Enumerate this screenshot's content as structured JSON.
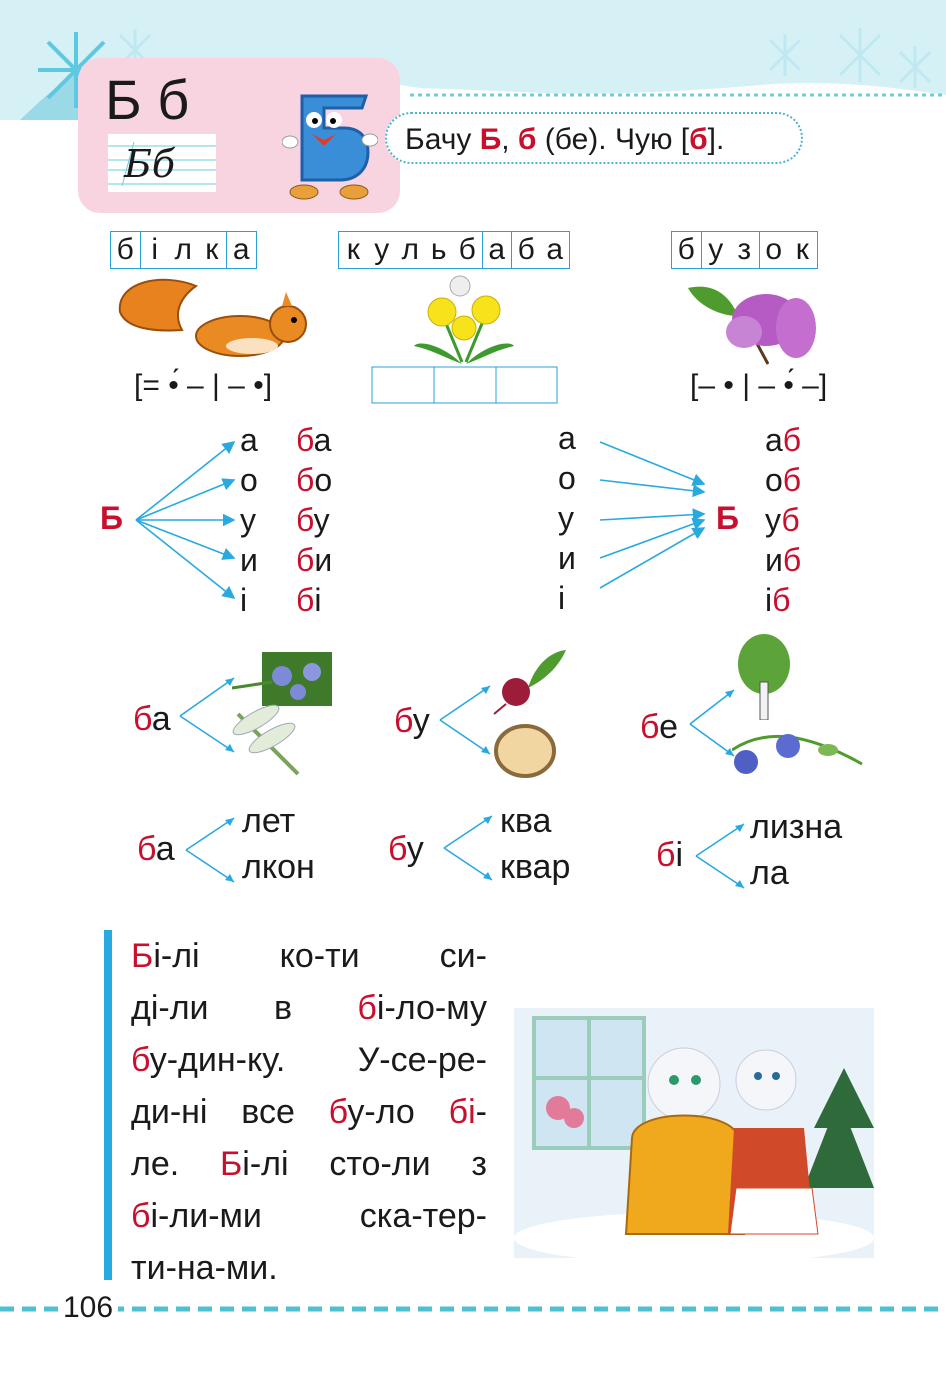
{
  "letter": {
    "pair": "Б б",
    "script": "Бб"
  },
  "phrase": {
    "p1": "Бачу ",
    "b1": "Б",
    "p2": ", ",
    "b2": "б",
    "p3": " (бе). Чую  [",
    "b3": "б",
    "p4": "]."
  },
  "words": [
    {
      "letters": [
        "б",
        "і",
        "л",
        "к",
        "а"
      ]
    },
    {
      "letters": [
        "к",
        "у",
        "л",
        "ь",
        "б",
        "а",
        "б",
        "а"
      ]
    },
    {
      "letters": [
        "б",
        "у",
        "з",
        "о",
        "к"
      ]
    }
  ],
  "schemes": {
    "left": "[= •́ – | – •]",
    "right": "[– • | – •́ –]"
  },
  "syllables_left": {
    "hub": "Б",
    "vowels": [
      "а",
      "о",
      "у",
      "и",
      "і"
    ],
    "syllables": [
      [
        "б",
        "а"
      ],
      [
        "б",
        "о"
      ],
      [
        "б",
        "у"
      ],
      [
        "б",
        "и"
      ],
      [
        "б",
        "і"
      ]
    ]
  },
  "syllables_right": {
    "hub": "Б",
    "vowels": [
      "а",
      "о",
      "у",
      "и",
      "і"
    ],
    "syllables": [
      [
        "а",
        "б"
      ],
      [
        "о",
        "б"
      ],
      [
        "у",
        "б"
      ],
      [
        "и",
        "б"
      ],
      [
        "і",
        "б"
      ]
    ]
  },
  "picture_branches": [
    {
      "b": "б",
      "v": "а"
    },
    {
      "b": "б",
      "v": "у"
    },
    {
      "b": "б",
      "v": "е"
    }
  ],
  "word_branches": [
    {
      "b": "б",
      "v": "а",
      "endings": [
        "лет",
        "лкон"
      ]
    },
    {
      "b": "б",
      "v": "у",
      "endings": [
        "ква",
        "квар"
      ]
    },
    {
      "b": "б",
      "v": "і",
      "endings": [
        "лизна",
        "ла"
      ]
    }
  ],
  "reading": [
    [
      {
        "t": "Б",
        "r": true
      },
      {
        "t": "і-лі  ко-ти  си-",
        "r": false
      }
    ],
    [
      {
        "t": "ді-ли  в  ",
        "r": false
      },
      {
        "t": "б",
        "r": true
      },
      {
        "t": "і-ло-му",
        "r": false
      }
    ],
    [
      {
        "t": "б",
        "r": true
      },
      {
        "t": "у-дин-ку. У-се-ре-",
        "r": false
      }
    ],
    [
      {
        "t": "ди-ні все ",
        "r": false
      },
      {
        "t": "б",
        "r": true
      },
      {
        "t": "у-ло ",
        "r": false
      },
      {
        "t": "бі",
        "r": true
      },
      {
        "t": "-",
        "r": false
      }
    ],
    [
      {
        "t": "ле.  ",
        "r": false
      },
      {
        "t": "Б",
        "r": true
      },
      {
        "t": "і-лі  сто-ли  з",
        "r": false
      }
    ],
    [
      {
        "t": "б",
        "r": true
      },
      {
        "t": "і-ли-ми  ска-тер-",
        "r": false
      }
    ],
    [
      {
        "t": "ти-на-ми.",
        "r": false
      }
    ]
  ],
  "page_number": "106",
  "colors": {
    "accent_red": "#c8102e",
    "accent_blue": "#28a9e0",
    "card_pink": "#f8d4e1",
    "snow": "#a8e2ee"
  },
  "icons": [
    "snowflake-icon",
    "squirrel-illustration",
    "dandelion-illustration",
    "lilac-illustration",
    "periwinkle-illustration",
    "dragonfly-illustration",
    "beet-illustration",
    "tambourine-illustration",
    "birch-illustration",
    "bindweed-illustration",
    "cats-illustration"
  ]
}
